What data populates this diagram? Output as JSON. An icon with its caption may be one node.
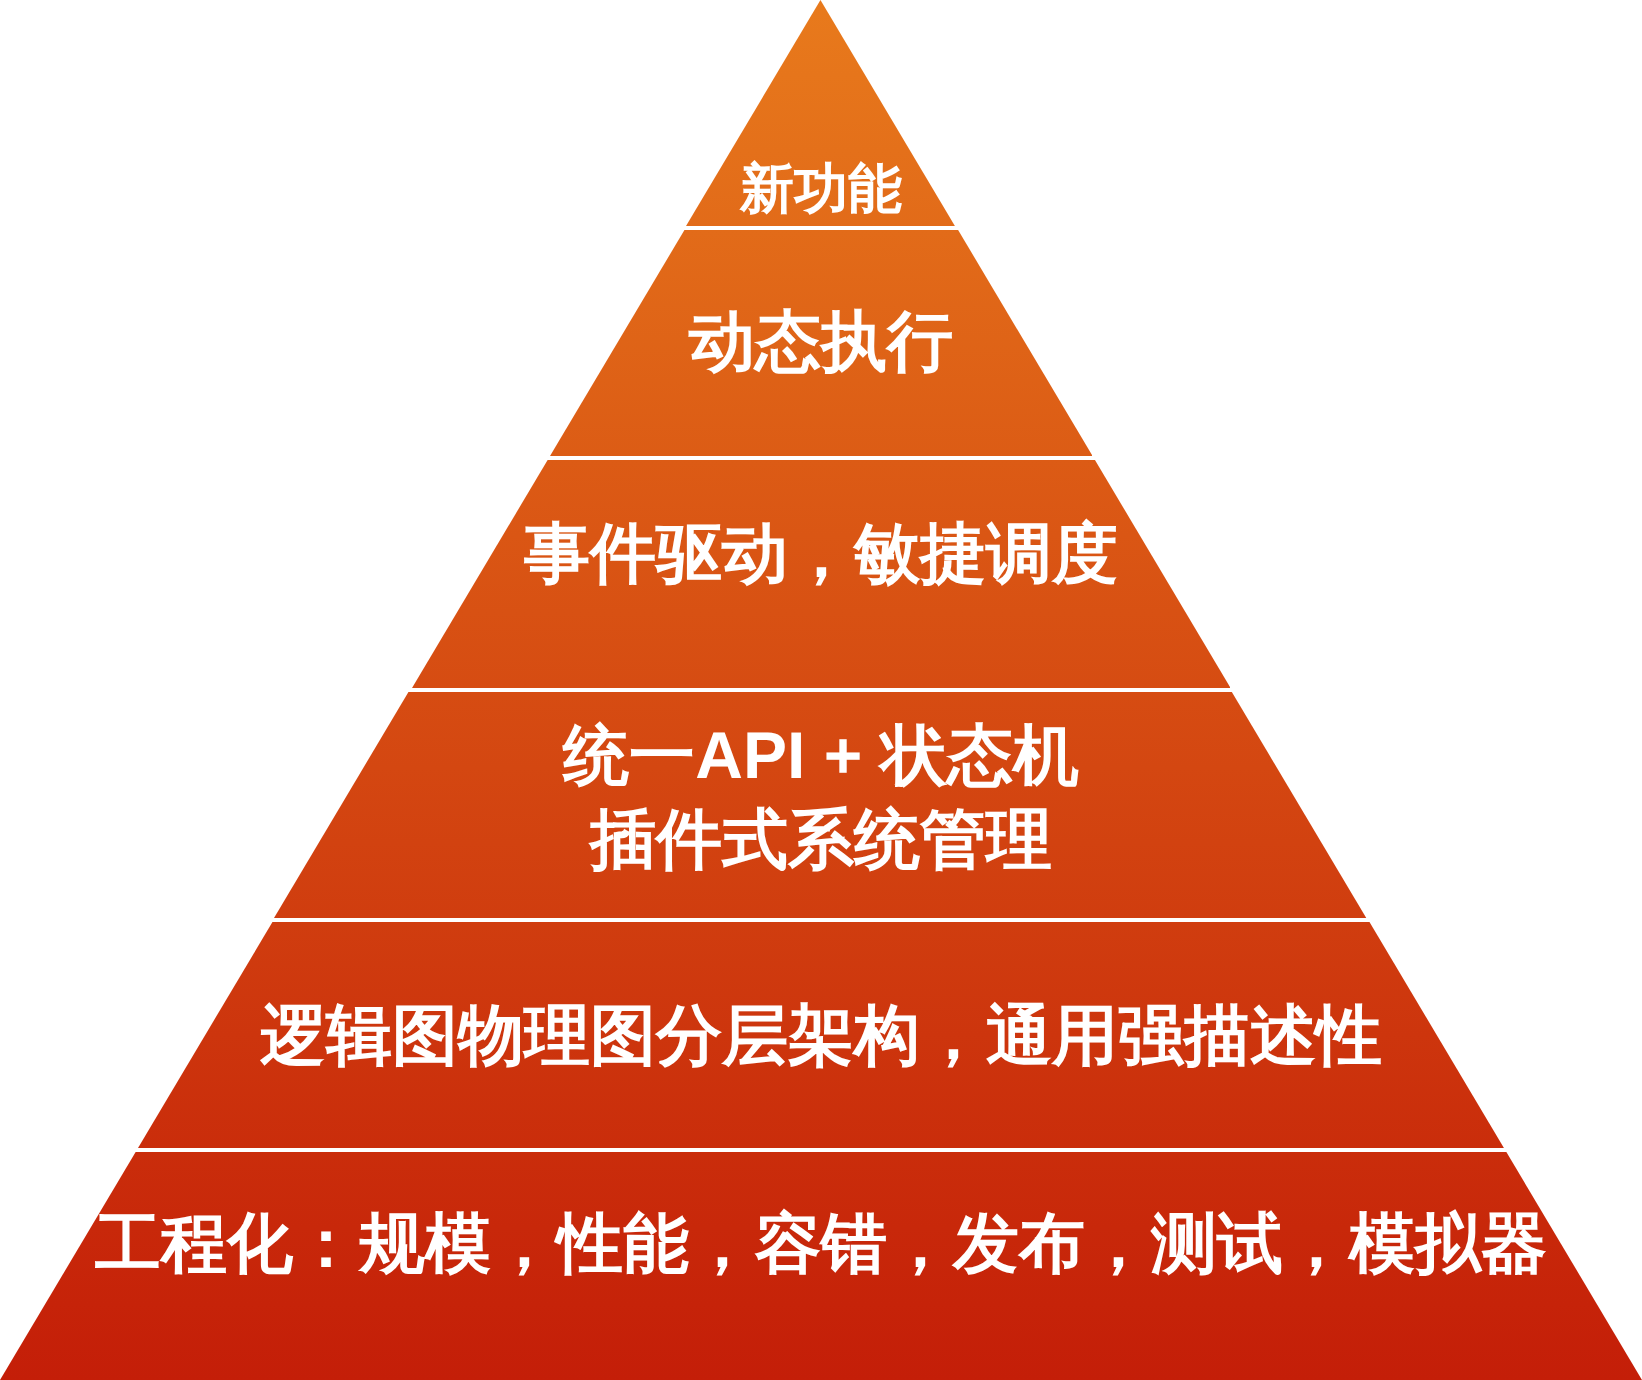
{
  "diagram": {
    "nodes": [
      {
        "text": [
          "新功能"
        ]
      },
      {
        "text": [
          "动态执行"
        ]
      },
      {
        "text": [
          "事件驱动，敏捷调度"
        ]
      },
      {
        "text": [
          "统一API + 状态机",
          "插件式系统管理"
        ]
      },
      {
        "text": [
          "逻辑图物理图分层架构，通用强描述性"
        ]
      },
      {
        "text": [
          "工程化：规模，性能，容错，发布，测试，模拟器"
        ]
      }
    ]
  }
}
